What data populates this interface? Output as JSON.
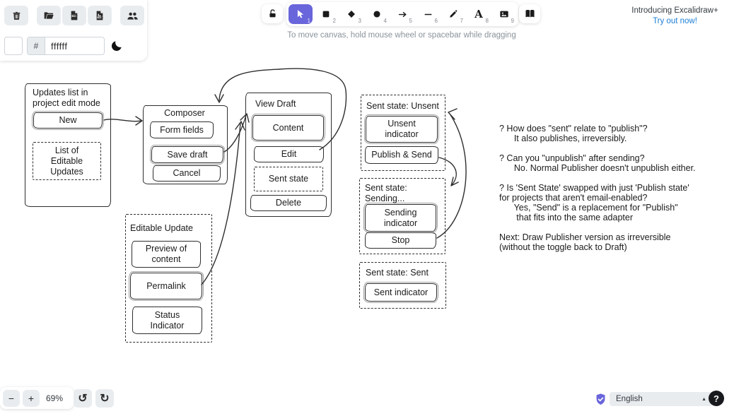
{
  "app": {
    "promo_title": "Introducing Excalidraw+",
    "promo_link": "Try out now!",
    "canvas_hint": "To move canvas, hold mouse wheel or spacebar while dragging"
  },
  "left_panel": {
    "hex_prefix": "#",
    "hex_value": "ffffff",
    "swatch_color": "#ffffff",
    "icon_buttons": [
      "trash-icon",
      "open-folder-icon",
      "export-file-icon",
      "export-image-icon",
      "collaborators-icon",
      "moon-icon"
    ]
  },
  "toolbar": {
    "lock_icon": "unlock-icon",
    "library_icon": "book-icon",
    "text_tool_glyph": "A",
    "tools": [
      {
        "name": "selection",
        "shortcut": "1",
        "active": true
      },
      {
        "name": "rectangle",
        "shortcut": "2",
        "active": false
      },
      {
        "name": "diamond",
        "shortcut": "3",
        "active": false
      },
      {
        "name": "ellipse",
        "shortcut": "4",
        "active": false
      },
      {
        "name": "arrow",
        "shortcut": "5",
        "active": false
      },
      {
        "name": "line",
        "shortcut": "6",
        "active": false
      },
      {
        "name": "draw",
        "shortcut": "7",
        "active": false
      },
      {
        "name": "text",
        "shortcut": "8",
        "active": false
      },
      {
        "name": "image",
        "shortcut": "9",
        "active": false
      }
    ]
  },
  "footer": {
    "zoom_out": "−",
    "zoom_in": "+",
    "zoom_level": "69%",
    "undo_glyph": "↺",
    "redo_glyph": "↻",
    "language": "English",
    "caret_glyph": "▲",
    "help_label": "?"
  },
  "colors": {
    "accent": "#6965db",
    "link_blue": "#1c7ed6",
    "button_bg": "#e9ecef",
    "hint_gray": "#8b939b",
    "stroke": "#2e2e2e"
  },
  "diagram": {
    "updates_panel": {
      "title": "Updates list in\nproject edit mode",
      "new_button": "New",
      "list_label": "List of\nEditable\nUpdates"
    },
    "composer": {
      "title": "Composer",
      "form_fields": "Form fields",
      "save_draft": "Save draft",
      "cancel": "Cancel"
    },
    "view_draft": {
      "title": "View Draft",
      "content": "Content",
      "edit": "Edit",
      "sent_state": "Sent state",
      "delete": "Delete"
    },
    "unsent": {
      "title": "Sent state: Unsent",
      "indicator": "Unsent\nindicator",
      "publish_send": "Publish & Send"
    },
    "sending": {
      "title": "Sent state:\nSending...",
      "indicator": "Sending\nindicator",
      "stop": "Stop"
    },
    "sent": {
      "title": "Sent state: Sent",
      "indicator": "Sent indicator"
    },
    "editable_update": {
      "title": "Editable Update",
      "preview": "Preview of\ncontent",
      "permalink": "Permalink",
      "status": "Status\nIndicator"
    },
    "notes": "? How does \"sent\" relate to \"publish\"?\n      It also publishes, irreversibly.\n\n? Can you \"unpublish\" after sending?\n      No. Normal Publisher doesn't unpublish either.\n\n? Is 'Sent State' swapped with just 'Publish state'\nfor projects that aren't email-enabled?\n      Yes, \"Send\" is a replacement for \"Publish\"\n       that fits into the same adapter\n\nNext: Draw Publisher version as irreversible\n(without the toggle back to Draft)"
  }
}
